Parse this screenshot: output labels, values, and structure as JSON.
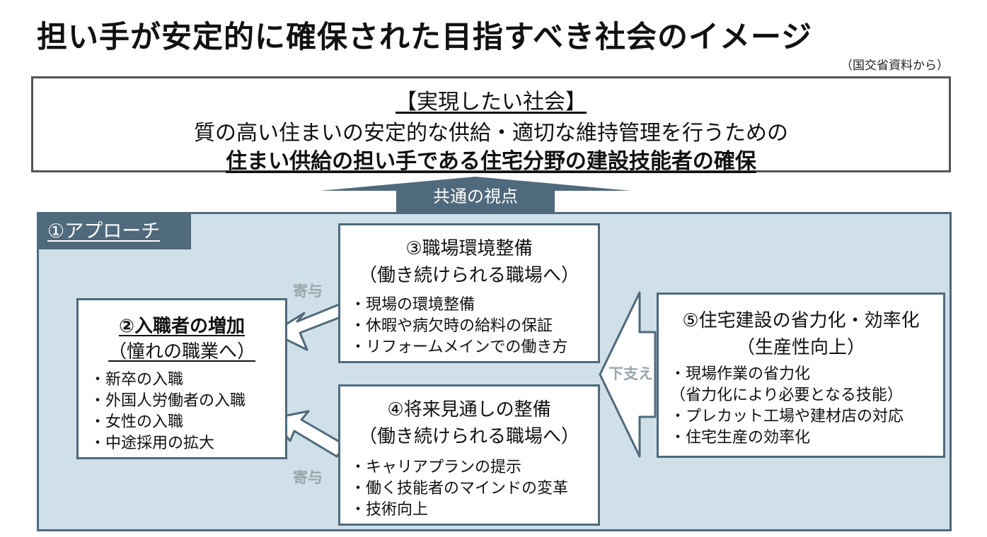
{
  "title": "担い手が安定的に確保された目指すべき社会のイメージ",
  "source": "（国交省資料から）",
  "goal": {
    "heading": "【実現したい社会】",
    "text": "質の高い住まいの安定的な供給・適切な維持管理を行うための",
    "emphasis": "住まい供給の担い手である住宅分野の建設技能者の確保"
  },
  "common_arrow_label": "共通の視点",
  "approach_label": "①アプローチ",
  "box2": {
    "title": "②入職者の増加",
    "subtitle": "（憧れの職業へ）",
    "items": [
      "・新卒の入職",
      "・外国人労働者の入職",
      "・女性の入職",
      "・中途採用の拡大"
    ]
  },
  "box3": {
    "title": "③職場環境整備",
    "subtitle": "（働き続けられる職場へ）",
    "items": [
      "・現場の環境整備",
      "・休暇や病欠時の給料の保証",
      "・リフォームメインでの働き方"
    ]
  },
  "box4": {
    "title": "④将来見通しの整備",
    "subtitle": "（働き続けられる職場へ）",
    "items": [
      "・キャリアプランの提示",
      "・働く技能者のマインドの変革",
      "・技術向上"
    ]
  },
  "box5": {
    "title": "⑤住宅建設の省力化・効率化",
    "subtitle": "（生産性向上）",
    "items": [
      "・現場作業の省力化",
      "（省力化により必要となる技能）",
      "・プレカット工場や建材店の対応",
      "・住宅生産の効率化"
    ]
  },
  "arrow_labels": {
    "contribute_top": "寄与",
    "contribute_bottom": "寄与",
    "support": "下支え"
  },
  "colors": {
    "accent": "#4f6a7c",
    "panel": "#cfe0e8",
    "arrow_fill": "#ffffff",
    "arrow_label": "#9aa6ad"
  }
}
